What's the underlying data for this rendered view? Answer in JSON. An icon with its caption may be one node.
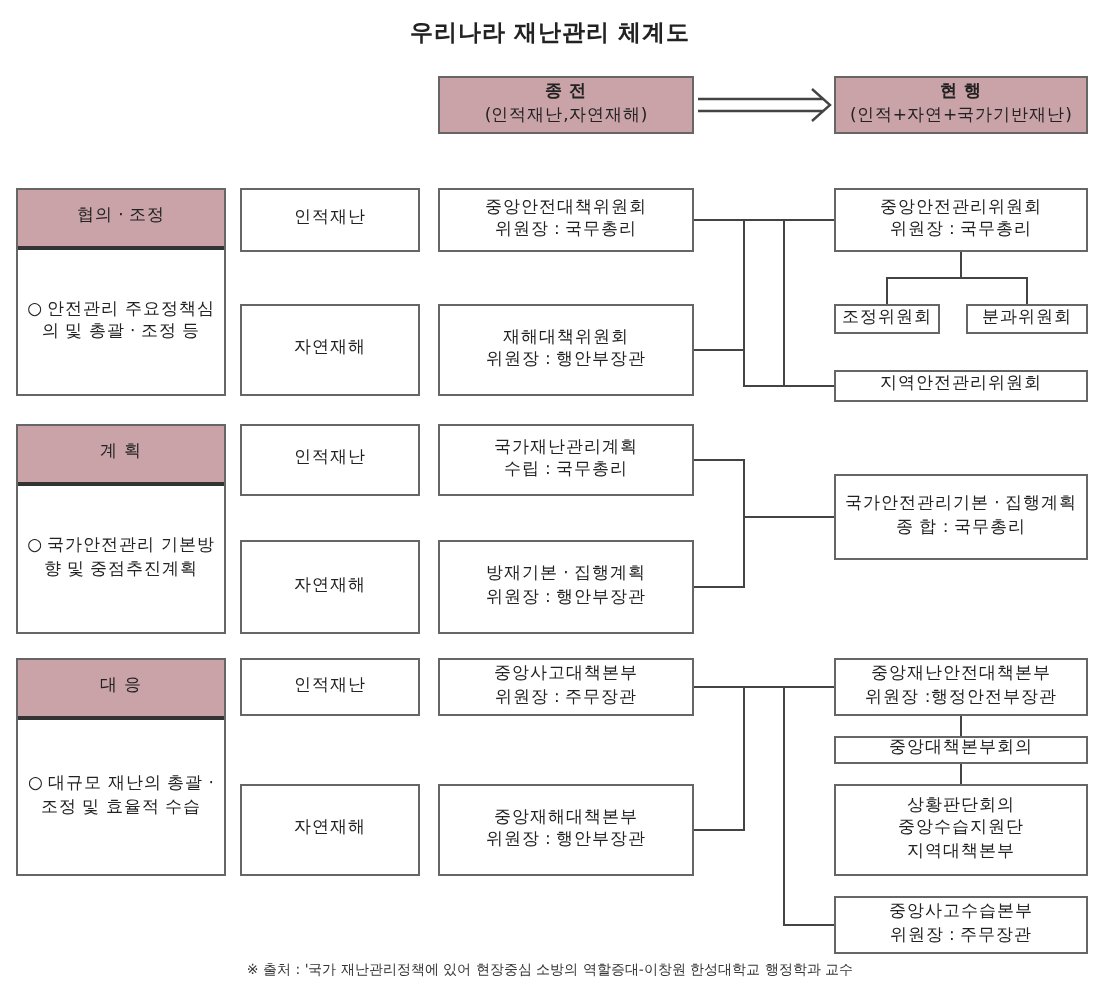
{
  "diagram": {
    "title": "우리나라 재난관리 체계도",
    "nodes": [
      {
        "text": [
          "종 전",
          "(인적재난,자연재해)"
        ]
      },
      {
        "text": [
          "현 행",
          "(인적+자연+국가기반재난)"
        ]
      },
      {
        "text": [
          "협의 · 조정",
          "○ 안전관리 주요정책심의 및 총괄 · 조정 등"
        ]
      },
      {
        "text": [
          "인적재난"
        ]
      },
      {
        "text": [
          "중앙안전대책위원회",
          "위원장 : 국무총리"
        ]
      },
      {
        "text": [
          "중앙안전관리위원회",
          "위원장 : 국무총리"
        ]
      },
      {
        "text": [
          "조정위원회"
        ]
      },
      {
        "text": [
          "분과위원회"
        ]
      },
      {
        "text": [
          "자연재해"
        ]
      },
      {
        "text": [
          "재해대책위원회",
          "위원장 : 행안부장관"
        ]
      },
      {
        "text": [
          "지역안전관리위원회"
        ]
      },
      {
        "text": [
          "계 획",
          "○ 국가안전관리 기본방향 및 중점추진계획"
        ]
      },
      {
        "text": [
          "인적재난"
        ]
      },
      {
        "text": [
          "국가재난관리계획",
          "수립 : 국무총리"
        ]
      },
      {
        "text": [
          "국가안전관리기본 · 집행계획",
          "종 합 : 국무총리"
        ]
      },
      {
        "text": [
          "자연재해"
        ]
      },
      {
        "text": [
          "방재기본 · 집행계획",
          "위원장 : 행안부장관"
        ]
      },
      {
        "text": [
          "대 응",
          "○ 대규모 재난의 총괄 · 조정 및 효율적 수습"
        ]
      },
      {
        "text": [
          "인적재난"
        ]
      },
      {
        "text": [
          "중앙사고대책본부",
          "위원장 : 주무장관"
        ]
      },
      {
        "text": [
          "중앙재난안전대책본부",
          "위원장 :행정안전부장관"
        ]
      },
      {
        "text": [
          "중앙대책본부회의"
        ]
      },
      {
        "text": [
          "자연재해"
        ]
      },
      {
        "text": [
          "중앙재해대책본부",
          "위원장 : 행안부장관"
        ]
      },
      {
        "text": [
          "상황판단회의",
          "중앙수습지원단",
          "지역대책본부"
        ]
      },
      {
        "text": [
          "중앙사고수습본부",
          "위원장 : 주무장관"
        ]
      }
    ],
    "edges": [
      {
        "from": 0,
        "to": 1,
        "arrow": "to"
      },
      {
        "from": 4,
        "to": 5,
        "arrow": "none"
      },
      {
        "from": 9,
        "to": 5,
        "arrow": "none"
      },
      {
        "from": 4,
        "to": 10,
        "arrow": "none"
      },
      {
        "from": 9,
        "to": 10,
        "arrow": "none"
      },
      {
        "from": 5,
        "to": 6,
        "arrow": "none"
      },
      {
        "from": 5,
        "to": 7,
        "arrow": "none"
      },
      {
        "from": 13,
        "to": 14,
        "arrow": "none"
      },
      {
        "from": 16,
        "to": 14,
        "arrow": "none"
      },
      {
        "from": 19,
        "to": 20,
        "arrow": "none"
      },
      {
        "from": 23,
        "to": 20,
        "arrow": "none"
      },
      {
        "from": 19,
        "to": 25,
        "arrow": "none"
      },
      {
        "from": 23,
        "to": 25,
        "arrow": "none"
      },
      {
        "from": 20,
        "to": 21,
        "arrow": "none"
      },
      {
        "from": 21,
        "to": 24,
        "arrow": "none"
      }
    ],
    "labels": [
      "※ 출처 : '국가 재난관리정책에 있어 현장중심 소방의 역할증대-이창원 한성대학교 행정학과 교수"
    ]
  }
}
